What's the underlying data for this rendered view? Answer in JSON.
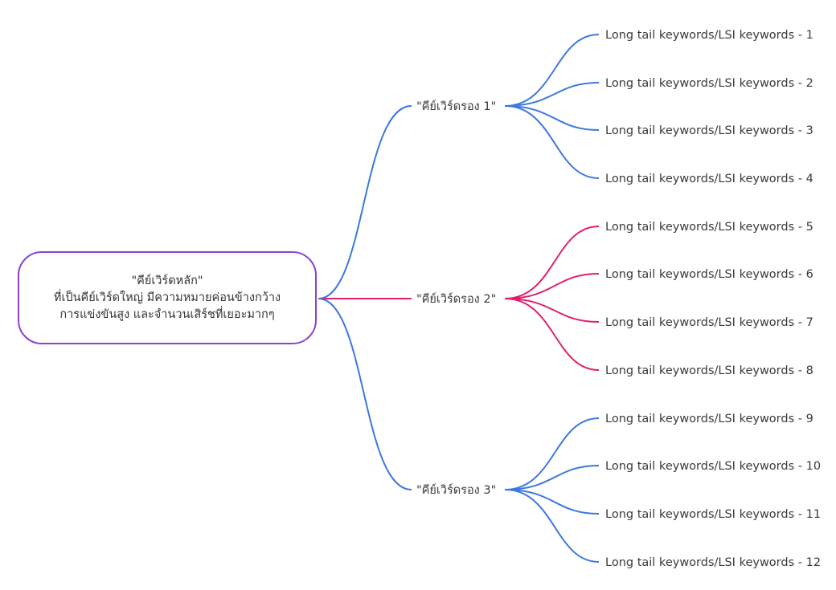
{
  "colors": {
    "root_border": "#8e3fd6",
    "blue_branch": "#3c78e0",
    "pink_branch": "#e0206f"
  },
  "root": {
    "line1": "\"คีย์เวิร์ดหลัก\"",
    "line2": "ที่เป็นคีย์เวิร์ดใหญ่ มีความหมายค่อนข้างกว้าง",
    "line3": "การแข่งขันสูง และจำนวนเสิร์ชที่เยอะมากๆ"
  },
  "branches": [
    {
      "label": "\"คีย์เวิร์ดรอง 1\"",
      "color": "#3c78e0",
      "leaves": [
        "Long tail keywords/LSI keywords - 1",
        "Long tail keywords/LSI keywords - 2",
        "Long tail keywords/LSI keywords - 3",
        "Long tail keywords/LSI keywords - 4"
      ]
    },
    {
      "label": "\"คีย์เวิร์ดรอง 2\"",
      "color": "#e0206f",
      "leaves": [
        "Long tail keywords/LSI keywords - 5",
        "Long tail keywords/LSI keywords - 6",
        "Long tail keywords/LSI keywords - 7",
        "Long tail keywords/LSI keywords - 8"
      ]
    },
    {
      "label": "\"คีย์เวิร์ดรอง 3\"",
      "color": "#3c78e0",
      "leaves": [
        "Long tail keywords/LSI keywords - 9",
        "Long tail keywords/LSI keywords - 10",
        "Long tail keywords/LSI keywords - 11",
        "Long tail keywords/LSI keywords - 12"
      ]
    }
  ]
}
